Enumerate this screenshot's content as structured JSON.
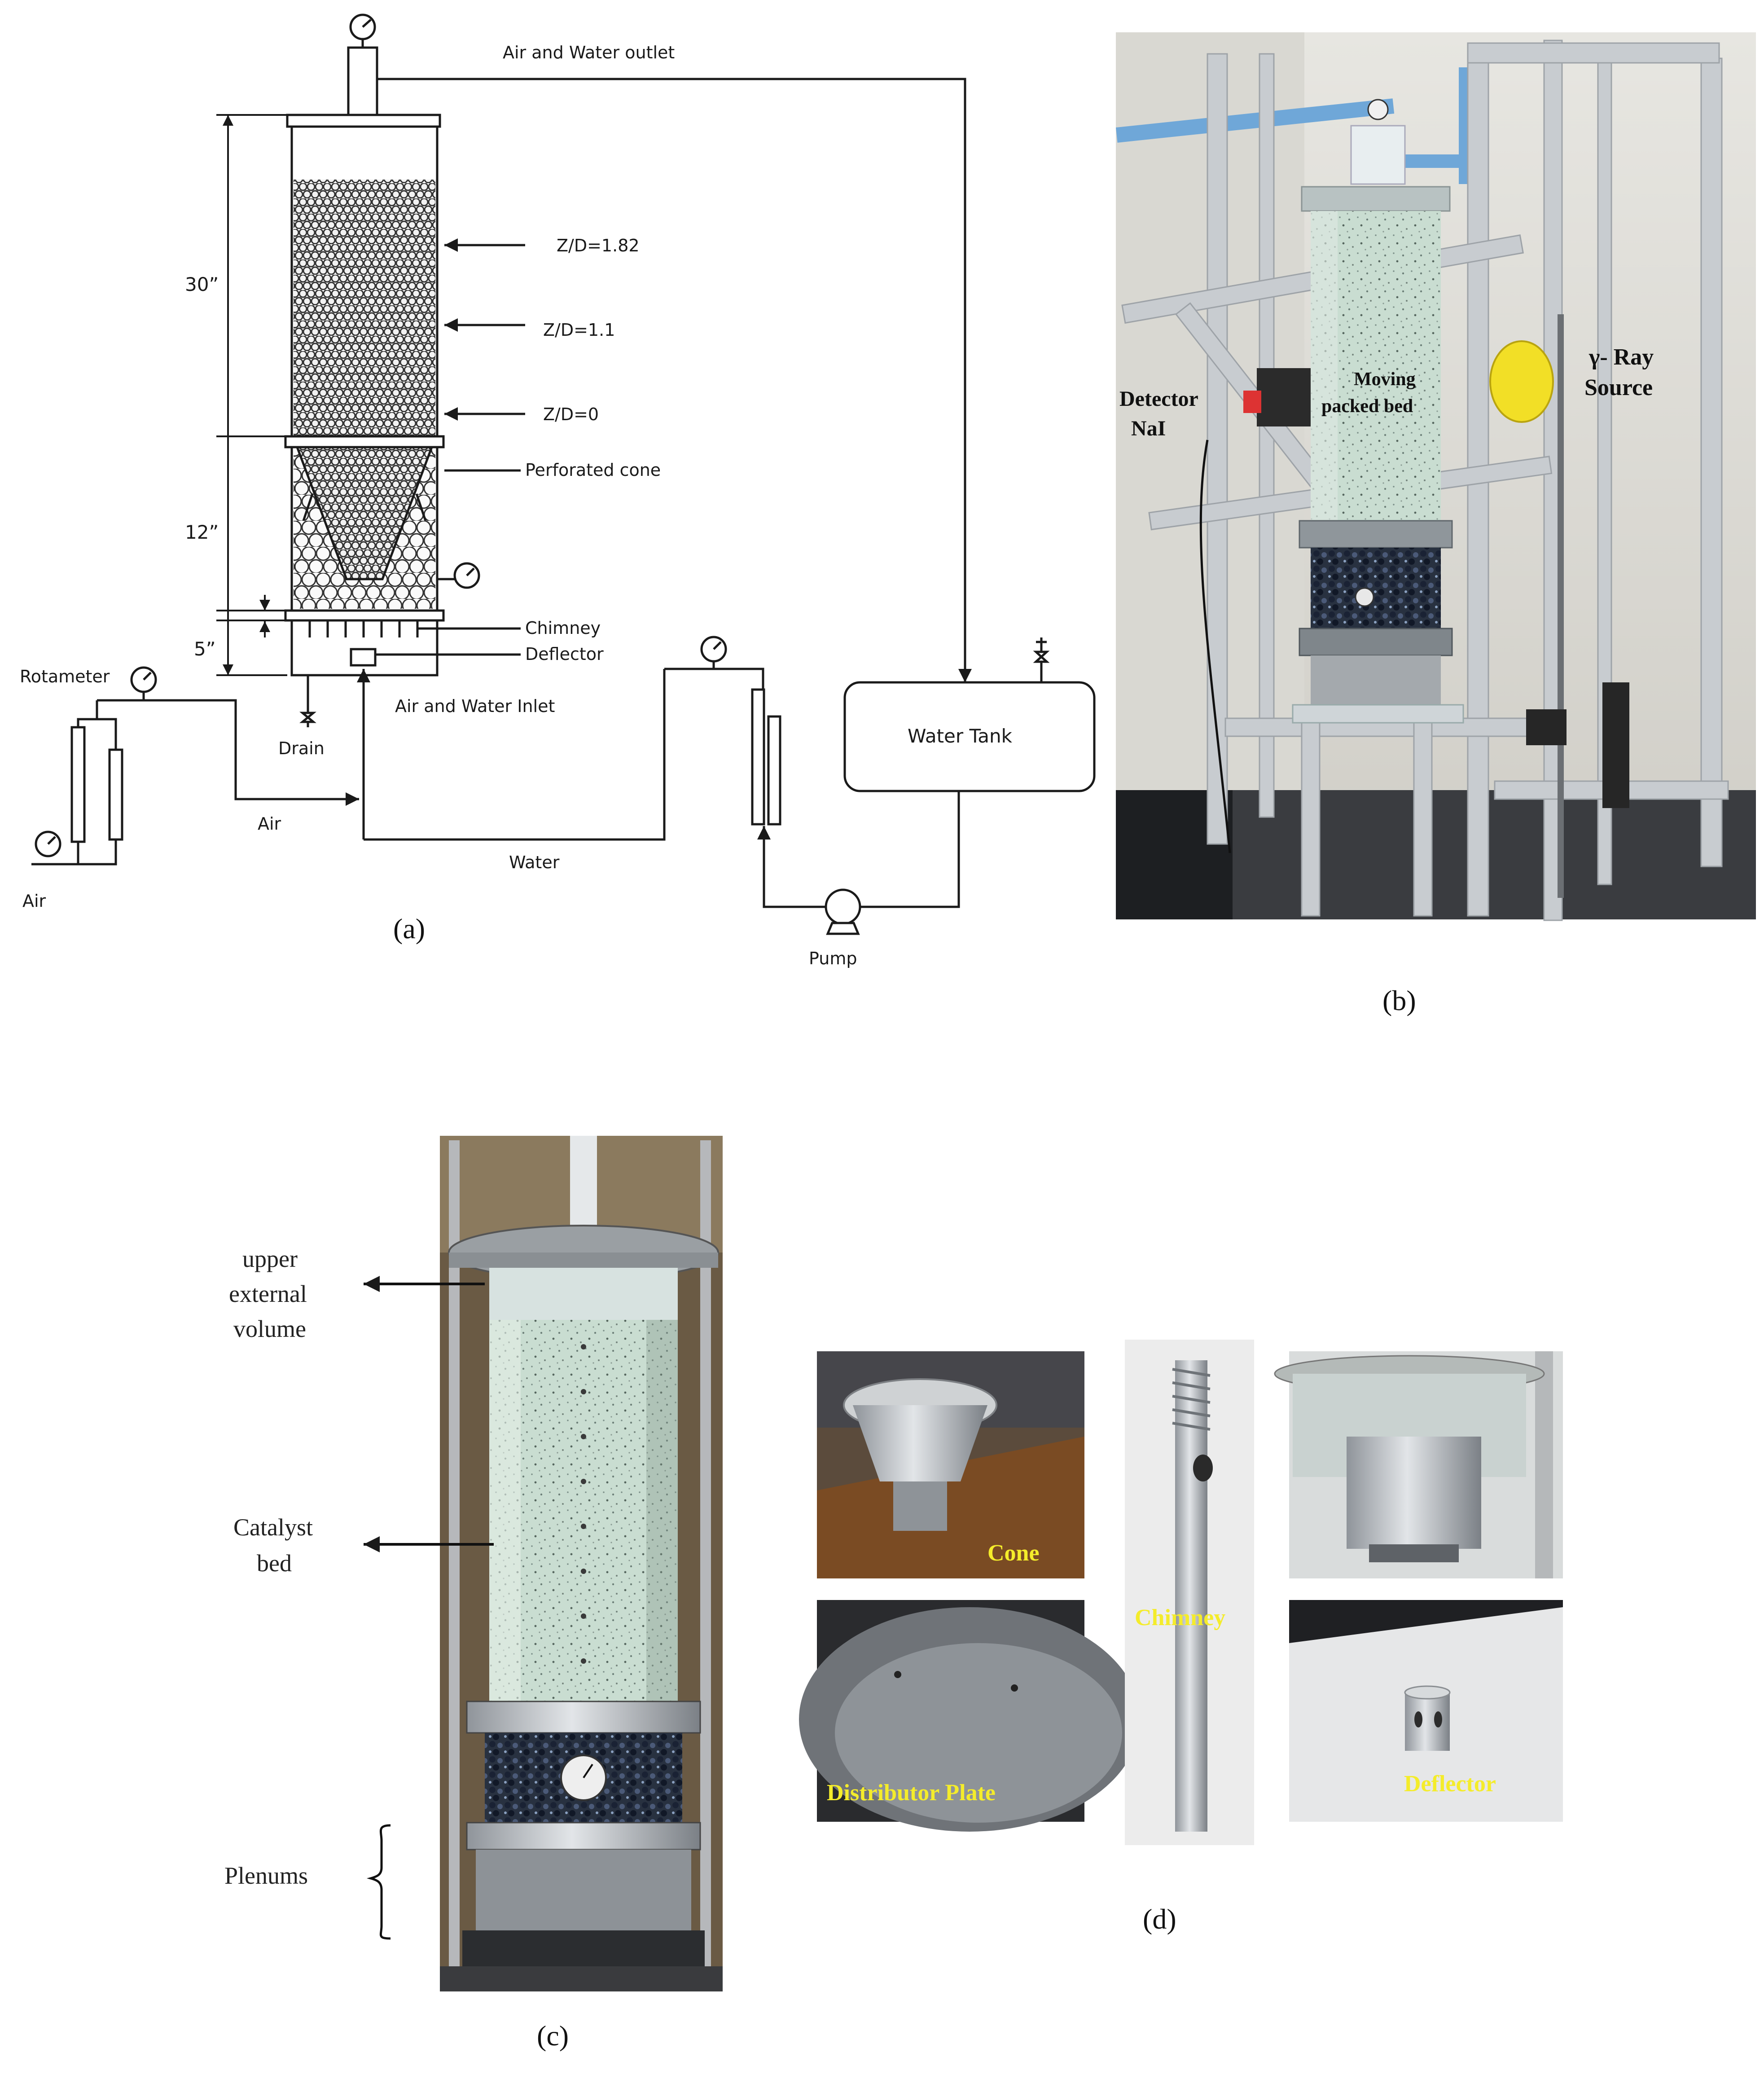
{
  "panel_a": {
    "caption": "(a)",
    "labels": {
      "outlet": "Air and Water outlet",
      "zd_182": "Z/D=1.82",
      "zd_11": "Z/D=1.1",
      "zd_0": "Z/D=0",
      "perforated_cone": "Perforated cone",
      "chimney": "Chimney",
      "deflector": "Deflector",
      "inlet": "Air and Water Inlet",
      "drain": "Drain",
      "rotameter": "Rotameter",
      "air_line": "Air",
      "air_source": "Air",
      "water_line": "Water",
      "water_tank": "Water Tank",
      "pump": "Pump",
      "dim_30": "30”",
      "dim_12": "12”",
      "dim_5": "5”"
    }
  },
  "panel_b": {
    "caption": "(b)",
    "labels": {
      "detector_1": "Detector",
      "detector_2": "NaI",
      "bed_1": "Moving",
      "bed_2": "packed bed",
      "source_1": "γ- Ray",
      "source_2": "Source"
    }
  },
  "panel_c": {
    "caption": "(c)",
    "labels": {
      "upper_1": "upper",
      "upper_2": "external",
      "upper_3": "volume",
      "catalyst_1": "Catalyst",
      "catalyst_2": "bed",
      "plenums": "Plenums"
    }
  },
  "panel_d": {
    "caption": "(d)",
    "labels": {
      "cone": "Cone",
      "chimney": "Chimney",
      "distributor": "Distributor Plate",
      "deflector": "Deflector"
    }
  },
  "colors": {
    "line": "#1a1a1a",
    "photo_label_yellow": "#f4ec2b",
    "bed_green": "#c9ddd1",
    "frame_metal": "#c8ccd0"
  }
}
